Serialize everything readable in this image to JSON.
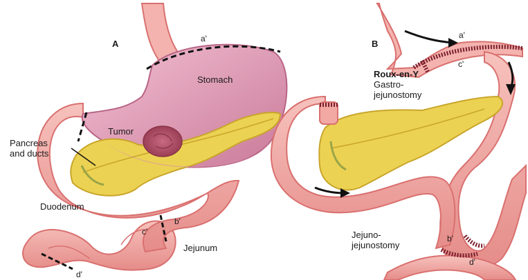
{
  "panels": {
    "a": {
      "letter": "A",
      "labels": {
        "mark_a": "a'",
        "stomach": "Stomach",
        "tumor": "Tumor",
        "pancreas_line1": "Pancreas",
        "pancreas_line2": "and ducts",
        "duodenum": "Duodenum",
        "mark_c": "c'",
        "mark_b": "b'",
        "jejunum": "Jejunum",
        "mark_d": "d'"
      }
    },
    "b": {
      "letter": "B",
      "labels": {
        "mark_a": "a'",
        "mark_c": "c'",
        "procedure_line1": "Roux-en-Y",
        "procedure_line2": "Gastro-",
        "procedure_line3": "jejunostomy",
        "jj_line1": "Jejuno-",
        "jj_line2": "jejunostomy",
        "mark_b": "b'",
        "mark_d": "d'"
      }
    }
  },
  "colors": {
    "bowel": "#f2a9a4",
    "bowel_edge": "#d9706f",
    "stomach": "#e9a2bd",
    "pancreas": "#ecd253",
    "pancreas_edge": "#c8a52a",
    "tumor": "#b5526a",
    "staple": "#7a1f2c"
  }
}
